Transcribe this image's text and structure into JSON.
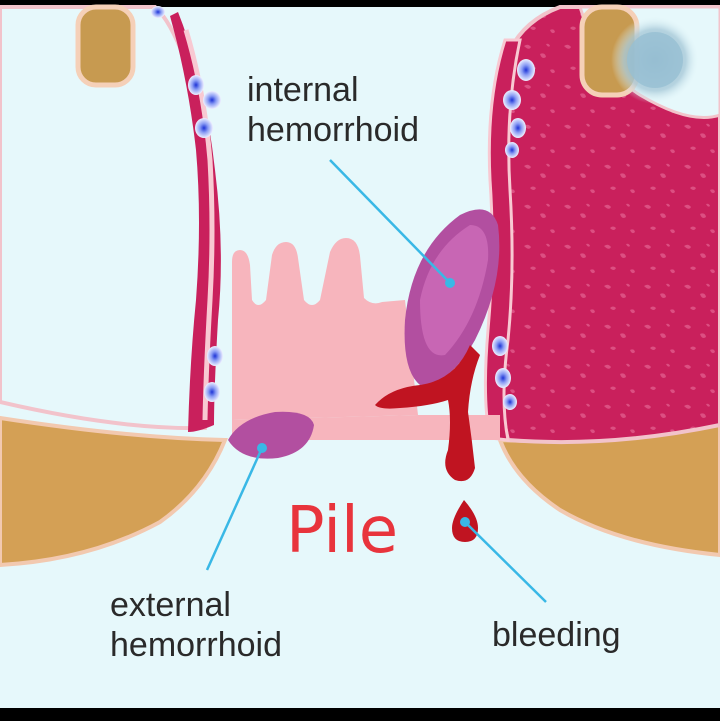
{
  "title": "Pile",
  "labels": {
    "internal_line1": "internal",
    "internal_line2": "hemorrhoid",
    "external_line1": "external",
    "external_line2": "hemorrhoid",
    "bleeding": "bleeding"
  },
  "colors": {
    "background": "#e6f8fb",
    "tissue_magenta": "#c8205a",
    "skin_tan": "#d4a055",
    "mucosa_pink": "#f7b5bd",
    "hemorrhoid_purple": "#b24fa0",
    "blood_red": "#c01421",
    "leader_line": "#39b8e6",
    "title_red": "#e8343c"
  }
}
